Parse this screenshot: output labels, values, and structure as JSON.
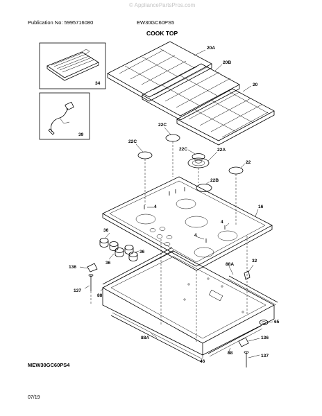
{
  "watermark": "© AppliancePartsPros.com",
  "header": {
    "publication": "Publication No: 5995716080",
    "model_top": "EW30GC60PS5",
    "section_title": "COOK TOP"
  },
  "footer": {
    "model_bottom": "MEW30GC60PS4",
    "date": "07/19"
  },
  "part_labels": {
    "griddle": "34",
    "wiring": "39",
    "grate_left": "20A",
    "grate_center": "20B",
    "grate_right": "20",
    "cap_22c_top": "22C",
    "cap_22c_left": "22C",
    "cap_22c_mid": "22C",
    "burner_22a": "22A",
    "cap_22_right": "22",
    "cap_22b": "22B",
    "screw_4_left": "4",
    "screw_4_right": "4",
    "screw_4_bottom": "4",
    "cooktop": "16",
    "knob_36_top": "36",
    "knob_36_right": "36",
    "knob_36_bottom": "36",
    "bracket_136_left": "136",
    "screw_137_left": "137",
    "seal_88_left": "88",
    "seal_88a_right": "88A",
    "clip_32": "32",
    "grommet_65": "65",
    "bracket_136_right": "136",
    "seal_88a_bottom": "88A",
    "box_46": "46",
    "seal_88_bottom": "88",
    "screw_137_right": "137"
  }
}
